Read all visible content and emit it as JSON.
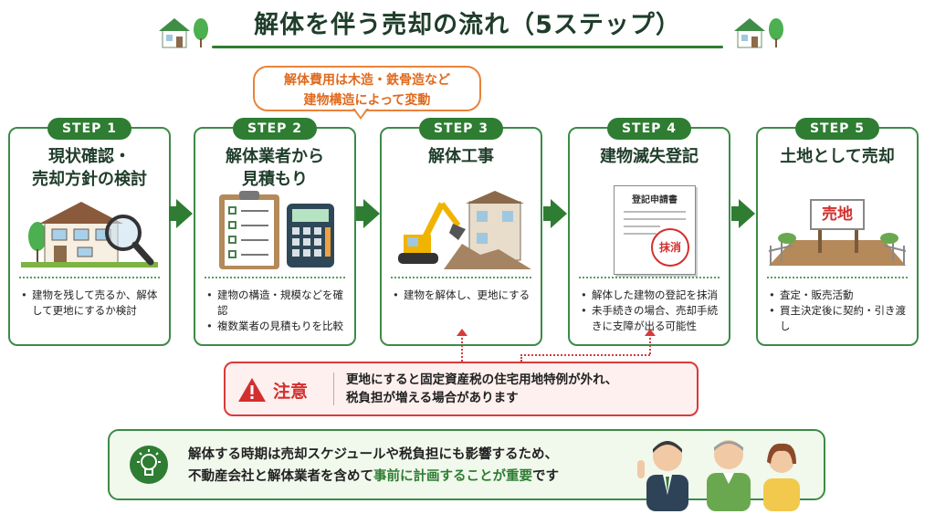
{
  "title": "解体を伴う売却の流れ（5ステップ）",
  "callout": {
    "line1": "解体費用は木造・鉄骨造など",
    "line2": "建物構造によって変動"
  },
  "steps": [
    {
      "badge": "STEP 1",
      "title_line1": "現状確認・",
      "title_line2": "売却方針の検討",
      "bullets": [
        "建物を残して売るか、解体して更地にするか検討"
      ]
    },
    {
      "badge": "STEP 2",
      "title_line1": "解体業者から",
      "title_line2": "見積もり",
      "bullets": [
        "建物の構造・規模などを確認",
        "複数業者の見積もりを比較"
      ]
    },
    {
      "badge": "STEP 3",
      "title_line1": "解体工事",
      "title_line2": "",
      "bullets": [
        "建物を解体し、更地にする"
      ]
    },
    {
      "badge": "STEP 4",
      "title_line1": "建物滅失登記",
      "title_line2": "",
      "bullets": [
        "解体した建物の登記を抹消",
        "未手続きの場合、売却手続きに支障が出る可能性"
      ]
    },
    {
      "badge": "STEP 5",
      "title_line1": "土地として売却",
      "title_line2": "",
      "bullets": [
        "査定・販売活動",
        "買主決定後に契約・引き渡し"
      ]
    }
  ],
  "illustration_text": {
    "document_title": "登記申請書",
    "stamp": "抹消",
    "sign": "売地"
  },
  "caution": {
    "label": "注意",
    "line1": "更地にすると固定資産税の住宅用地特例が外れ、",
    "line2": "税負担が増える場合があります"
  },
  "tip": {
    "line1": "解体する時期は売却スケジュールや税負担にも影響するため、",
    "line2_pre": "不動産会社と解体業者を含めて",
    "line2_highlight": "事前に計画することが重要",
    "line2_post": "です"
  },
  "colors": {
    "accent": "#2e7d32",
    "warning": "#d32f2f",
    "callout": "#e8833a"
  },
  "icons": [
    "house-icon",
    "tree-icon",
    "arrow-right-icon",
    "warning-icon",
    "lightbulb-icon"
  ]
}
